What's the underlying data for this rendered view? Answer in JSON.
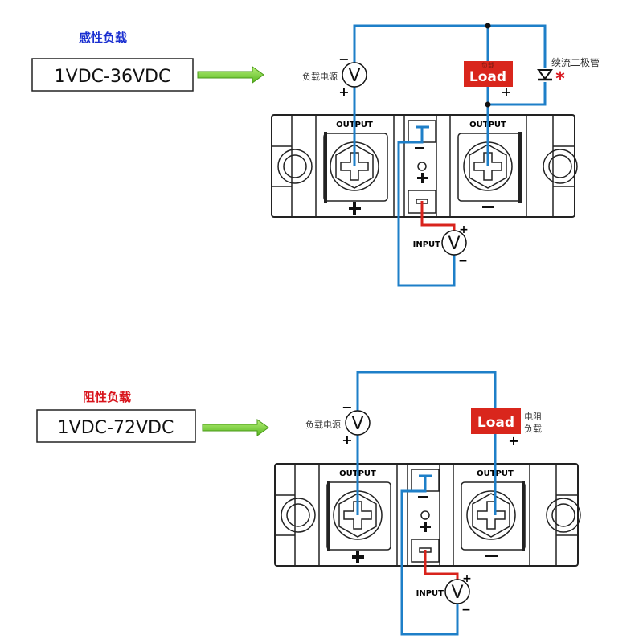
{
  "diagrams": [
    {
      "type_label": "感性负载",
      "type_color": "#1a2fd0",
      "voltage_range": "1VDC-36VDC",
      "supply_label": "负载电源",
      "load_label": "Load",
      "load_sub_label": "负载",
      "diode_label": "续流二极管",
      "star": "*",
      "output_left": "OUTPUT",
      "output_right": "OUTPUT",
      "input_label": "INPUT",
      "meter_symbol": "V",
      "plus": "+",
      "minus": "−"
    },
    {
      "type_label": "阻性负载",
      "type_color": "#d8141c",
      "voltage_range": "1VDC-72VDC",
      "supply_label": "负载电源",
      "load_label": "Load",
      "load_side_label_1": "电阻",
      "load_side_label_2": "负载",
      "output_left": "OUTPUT",
      "output_right": "OUTPUT",
      "input_label": "INPUT",
      "meter_symbol": "V",
      "plus": "+",
      "minus": "−"
    }
  ],
  "colors": {
    "wire": "#1e7fc8",
    "input_wire": "#d8231c",
    "load": "#d9261c",
    "arrow": "#7cd63a"
  }
}
